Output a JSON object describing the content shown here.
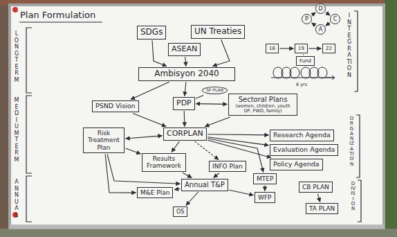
{
  "diagram": {
    "title": "Plan Formulation",
    "nodes": [
      {
        "text": [
          "SDGs"
        ]
      },
      {
        "text": [
          "UN Treaties"
        ]
      },
      {
        "text": [
          "P"
        ]
      },
      {
        "text": [
          "D"
        ]
      },
      {
        "text": [
          "C"
        ]
      },
      {
        "text": [
          "A"
        ]
      },
      {
        "text": [
          "16"
        ]
      },
      {
        "text": [
          "19"
        ]
      },
      {
        "text": [
          "22"
        ]
      },
      {
        "text": [
          "Fund"
        ]
      },
      {
        "text": [
          "ASEAN"
        ]
      },
      {
        "text": [
          "Ambisyon 2040"
        ]
      },
      {
        "text": [
          "SP PLAN"
        ]
      },
      {
        "text": [
          "PSND Vision"
        ]
      },
      {
        "text": [
          "PDP"
        ]
      },
      {
        "text": [
          "Sectoral Plans",
          "(women, children, youth OP, PWD, family)"
        ]
      },
      {
        "text": [
          "CORPLAN"
        ]
      },
      {
        "text": [
          "Risk Treatment Plan"
        ]
      },
      {
        "text": [
          "Research Agenda"
        ]
      },
      {
        "text": [
          "Evaluation Agenda"
        ]
      },
      {
        "text": [
          "Results Framework"
        ]
      },
      {
        "text": [
          "INFO Plan"
        ]
      },
      {
        "text": [
          "Policy Agenda"
        ]
      },
      {
        "text": [
          "MTEP"
        ]
      },
      {
        "text": [
          "Annual T&P"
        ]
      },
      {
        "text": [
          "CB PLAN"
        ]
      },
      {
        "text": [
          "M&E Plan"
        ]
      },
      {
        "text": [
          "WFP"
        ]
      },
      {
        "text": [
          "TA PLAN"
        ]
      },
      {
        "text": [
          "OS"
        ]
      }
    ],
    "edges": [
      {
        "from": 0,
        "to": 11,
        "arrow": "to"
      },
      {
        "from": 1,
        "to": 11,
        "arrow": "to"
      },
      {
        "from": 10,
        "to": 11,
        "arrow": "to"
      },
      {
        "from": 2,
        "to": 3,
        "arrow": "to"
      },
      {
        "from": 3,
        "to": 4,
        "arrow": "to"
      },
      {
        "from": 4,
        "to": 5,
        "arrow": "to"
      },
      {
        "from": 5,
        "to": 2,
        "arrow": "to"
      },
      {
        "from": 6,
        "to": 7,
        "arrow": "to"
      },
      {
        "from": 7,
        "to": 8,
        "arrow": "to"
      },
      {
        "from": 7,
        "to": 9,
        "arrow": "none"
      },
      {
        "from": 11,
        "to": 14,
        "arrow": "to"
      },
      {
        "from": 11,
        "to": 13,
        "arrow": "to"
      },
      {
        "from": 12,
        "to": 14,
        "arrow": "none"
      },
      {
        "from": 14,
        "to": 15,
        "arrow": "both"
      },
      {
        "from": 14,
        "to": 16,
        "arrow": "to"
      },
      {
        "from": 13,
        "to": 16,
        "arrow": "to"
      },
      {
        "from": 15,
        "to": 16,
        "arrow": "to"
      },
      {
        "from": 16,
        "to": 17,
        "arrow": "both"
      },
      {
        "from": 16,
        "to": 18,
        "arrow": "to"
      },
      {
        "from": 16,
        "to": 19,
        "arrow": "to"
      },
      {
        "from": 16,
        "to": 22,
        "arrow": "to"
      },
      {
        "from": 16,
        "to": 20,
        "arrow": "to"
      },
      {
        "from": 16,
        "to": 21,
        "arrow": "to"
      },
      {
        "from": 16,
        "to": 23,
        "arrow": "to"
      },
      {
        "from": 17,
        "to": 20,
        "arrow": "to"
      },
      {
        "from": 17,
        "to": 26,
        "arrow": "to"
      },
      {
        "from": 17,
        "to": 24,
        "arrow": "to"
      },
      {
        "from": 20,
        "to": 24,
        "arrow": "to"
      },
      {
        "from": 21,
        "to": 24,
        "arrow": "to"
      },
      {
        "from": 24,
        "to": 26,
        "arrow": "to"
      },
      {
        "from": 24,
        "to": 27,
        "arrow": "to"
      },
      {
        "from": 23,
        "to": 27,
        "arrow": "to"
      },
      {
        "from": 24,
        "to": 29,
        "arrow": "to"
      },
      {
        "from": 25,
        "to": 28,
        "arrow": "to"
      }
    ],
    "labels": [
      "LONG TERM",
      "MEDIUM TERM",
      "ANNUAL",
      "INTEGRATION",
      "ORGANIZATION",
      "DIVISION",
      "6 yrs"
    ]
  }
}
